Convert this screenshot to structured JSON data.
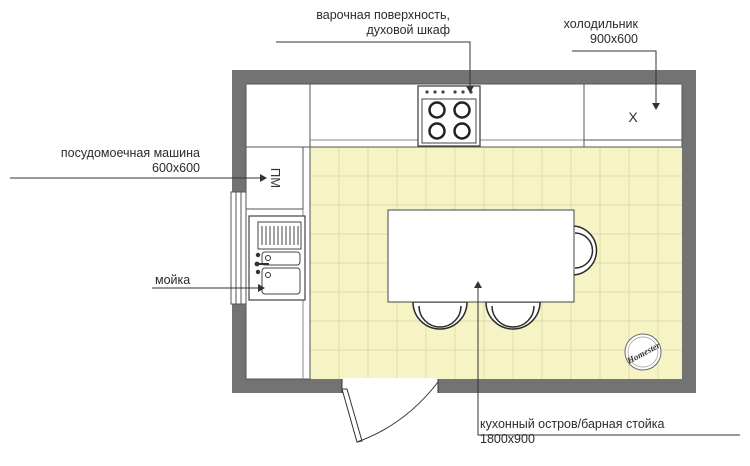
{
  "labels": {
    "hob_line1": "варочная поверхность,",
    "hob_line2": "духовой шкаф",
    "fridge_line1": "холодильник",
    "fridge_line2": "900х600",
    "dishwasher_line1": "посудомоечная машина",
    "dishwasher_line2": "600х600",
    "sink": "мойка",
    "island_line1": "кухонный остров/барная стойка",
    "island_line2": "1800х900"
  },
  "marks": {
    "dishwasher": "ПМ",
    "fridge": "Х"
  },
  "logo_text": "Homester",
  "colors": {
    "wall": "#737373",
    "floor": "#f6f3c4",
    "grid": "#dedbab",
    "line": "#333333"
  }
}
